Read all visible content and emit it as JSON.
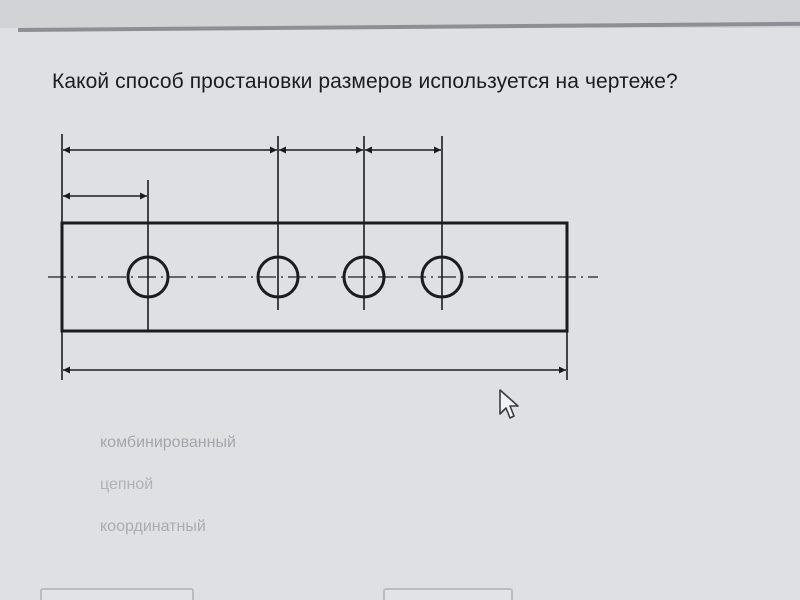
{
  "question": {
    "text": "Какой способ простановки размеров используется на чертеже?"
  },
  "answers": [
    {
      "label": "комбинированный"
    },
    {
      "label": "цепной"
    },
    {
      "label": "координатный"
    }
  ],
  "colors": {
    "background": "#dfe0e3",
    "ink": "#1b1c1f",
    "answer_text": "#a8abb1"
  },
  "icons": {
    "cursor": "mouse-pointer-icon"
  }
}
